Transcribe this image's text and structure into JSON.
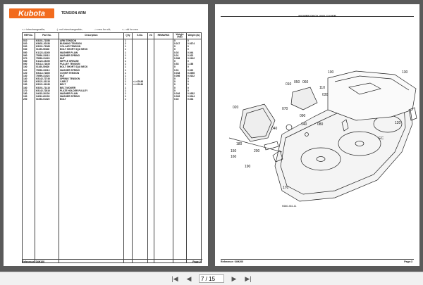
{
  "left_page": {
    "brand": "Kubota",
    "heading": "TENSION ARM",
    "legend": [
      "<-> interchangeable;",
      "-|- not interchangeable;",
      "--> new for old;",
      "<-- old for new"
    ],
    "columns": [
      "REF.No.",
      "Part No.",
      "Description",
      "Q'ty",
      "S.No.",
      "I/C",
      "REMARKS",
      "Weight (kgf)",
      "Weight (lb)"
    ],
    "rows": [
      [
        "010",
        "K5201-71550",
        "ARM TENSION",
        "1",
        "",
        "",
        "",
        "0",
        "0"
      ],
      [
        "020",
        "K5651-20150",
        "BUSHING TENSION",
        "2",
        "",
        "",
        "",
        "0.017",
        "0.0374"
      ],
      [
        "030",
        "K5201-71560",
        "COLLAR TENSION",
        "1",
        "",
        "",
        "",
        "0",
        "0"
      ],
      [
        "040",
        "01150-50640",
        "BOLT SHORT SQU NECK",
        "1",
        "",
        "",
        "",
        "0",
        "0"
      ],
      [
        "050",
        "K1122-41260",
        "WASHER PLAIN",
        "1",
        "",
        "",
        "",
        "0.02",
        "0.044"
      ],
      [
        "060",
        "75590-33013",
        "WASHER SPRING",
        "1",
        "",
        "",
        "",
        "0.01",
        "0.022"
      ],
      [
        "070",
        "75599-31023",
        "NUT",
        "1",
        "",
        "",
        "",
        "0.006",
        "0.0132"
      ],
      [
        "080",
        "K1122-15150",
        "NIPPLE GREASE",
        "1",
        "",
        "",
        "",
        "0",
        "0"
      ],
      [
        "090",
        "K5112-71630",
        "PULLEY TENSION",
        "1",
        "",
        "",
        "",
        "0.53",
        "1.166"
      ],
      [
        "100",
        "01160-50620",
        "BOLT SHORT SQU NECK",
        "1",
        "",
        "",
        "",
        "0",
        "0"
      ],
      [
        "110",
        "75590-33013",
        "WASHER SPRING",
        "1",
        "",
        "",
        "",
        "0.01",
        "0.022"
      ],
      [
        "120",
        "K5112-71660",
        "COVER TENSION",
        "1",
        "",
        "",
        "",
        "0.018",
        "0.0396"
      ],
      [
        "130",
        "75599-31023",
        "NUT",
        "1",
        "",
        "",
        "",
        "0.006",
        "0.0132"
      ],
      [
        "140",
        "K5142-72740",
        "SPRING TENSION",
        "1",
        "",
        "",
        "",
        "0",
        "0"
      ],
      [
        "150",
        "K5221-31310",
        "V-BELT",
        "1",
        "<->10148",
        "",
        "",
        "0",
        "0"
      ],
      [
        "150",
        "K5221-31330",
        "BELT",
        "1",
        "<->10149",
        "",
        "",
        "0",
        "0"
      ],
      [
        "160",
        "K5201-71410",
        "BELT MOWER",
        "1",
        "",
        "",
        "",
        "0",
        "0"
      ],
      [
        "170",
        "K5142-72810",
        "PLATE HOLDER PULLEY",
        "1",
        "",
        "",
        "",
        "0",
        "0"
      ],
      [
        "180",
        "04015-30100",
        "WASHER PLAIN",
        "1",
        "",
        "",
        "",
        "0.016",
        "0.0352"
      ],
      [
        "190",
        "04512-60100",
        "WASHER SPRING",
        "1",
        "",
        "",
        "",
        "0.002",
        "0.0044"
      ],
      [
        "200",
        "01053-51020",
        "BOLT",
        "1",
        "",
        "",
        "",
        "0.02",
        "0.044"
      ]
    ],
    "reference": "Reference: 04H100",
    "page_label": "Page:2"
  },
  "right_page": {
    "title": "MOWER DECK AND COVER",
    "callouts": [
      "010",
      "020",
      "030",
      "040",
      "050",
      "060",
      "070",
      "080",
      "090",
      "100",
      "110",
      "120",
      "130",
      "140",
      "150",
      "160",
      "170",
      "180",
      "190",
      "200",
      "EC"
    ],
    "figure_id": "K680-461-11",
    "reference": "Reference: 04H200",
    "page_label": "Page:3"
  },
  "toolbar": {
    "current_page": "7 / 15"
  }
}
